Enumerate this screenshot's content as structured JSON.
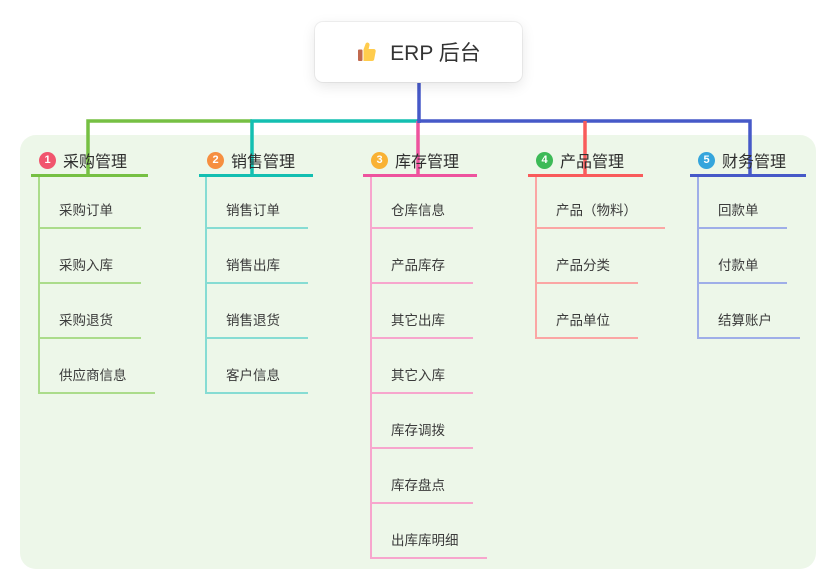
{
  "root": {
    "label": "ERP 后台",
    "icon": "thumbs-up"
  },
  "branches": [
    {
      "num": "1",
      "label": "采购管理",
      "badge_color": "#F1556E",
      "line_color": "#76C043",
      "child_line_color": "#ABDC8B",
      "children": [
        "采购订单",
        "采购入库",
        "采购退货",
        "供应商信息"
      ]
    },
    {
      "num": "2",
      "label": "销售管理",
      "badge_color": "#F68F40",
      "line_color": "#13BFB1",
      "child_line_color": "#86DCD3",
      "children": [
        "销售订单",
        "销售出库",
        "销售退货",
        "客户信息"
      ]
    },
    {
      "num": "3",
      "label": "库存管理",
      "badge_color": "#F9B234",
      "line_color": "#EE539E",
      "child_line_color": "#F7A6CD",
      "children": [
        "仓库信息",
        "产品库存",
        "其它出库",
        "其它入库",
        "库存调拨",
        "库存盘点",
        "出库库明细"
      ]
    },
    {
      "num": "4",
      "label": "产品管理",
      "badge_color": "#3DBA57",
      "line_color": "#F95B5B",
      "child_line_color": "#FBA6A4",
      "children": [
        "产品（物料）",
        "产品分类",
        "产品单位"
      ]
    },
    {
      "num": "5",
      "label": "财务管理",
      "badge_color": "#35A5DC",
      "line_color": "#4659C8",
      "child_line_color": "#9FAEE8",
      "children": [
        "回款单",
        "付款单",
        "结算账户"
      ]
    }
  ]
}
